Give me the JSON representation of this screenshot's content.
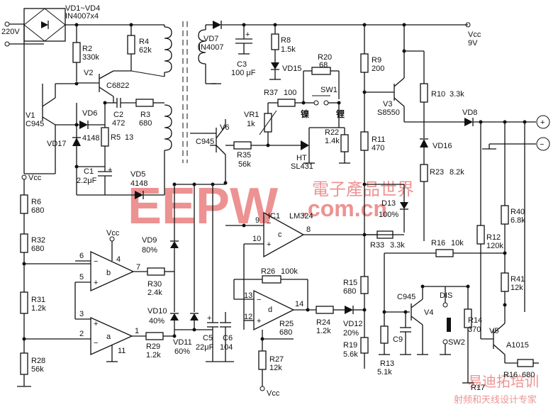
{
  "labels": {
    "ac_in": "220V",
    "bridge_name": "VD1~VD4",
    "bridge_val": "IN4007x4",
    "R2": "R2",
    "R2v": "330k",
    "R4": "R4",
    "R4v": "62k",
    "V2": "V2",
    "V2t": "C6822",
    "V1": "V1",
    "V1t": "C945",
    "VD6": "VD6",
    "VD6v": "4148",
    "VD17": "VD17",
    "C2": "C2",
    "C2v": "472",
    "R3": "R3",
    "R3v": "680",
    "R5": "R5",
    "R5v": "13",
    "C1": "C1",
    "C1v": "2.2μF",
    "VD5": "VD5",
    "VD5v": "4148",
    "VD7": "VD7",
    "VD7v": "IN4007",
    "C3": "C3",
    "C3v": "100 μF",
    "R8": "R8",
    "R8v": "1.5k",
    "VD15": "VD15",
    "R20": "R20",
    "R20v": "68",
    "SW1": "SW1",
    "R37": "R37",
    "R37v": "100",
    "nicd": "镍",
    "li": "锂",
    "VR1": "VR1",
    "VR1v": "1k",
    "R22": "R22",
    "R22v": "1.4k",
    "V6": "V6",
    "V6t": "C945",
    "R35": "R35",
    "R35v": "56k",
    "HT": "HT",
    "HTt": "SL431",
    "vcc_top": "Vcc",
    "vcc_top_v": "9V",
    "R9": "R9",
    "R9v": "200",
    "V3": "V3",
    "V3t": "S8550",
    "R10": "R10",
    "R10v": "3.3k",
    "VD8": "VD8",
    "VD16": "VD16",
    "R11": "R11",
    "R11v": "470",
    "R23": "R23",
    "R23v": "8.2k",
    "D13": "D13",
    "D13v": "100%",
    "plus": "+",
    "minus": "−",
    "vcc_left": "Vcc",
    "R6": "R6",
    "R6v": "680",
    "R32": "R32",
    "R32v": "680",
    "R31": "R31",
    "R31v": "1.2k",
    "R28": "R28",
    "R28v": "56k",
    "IC1": "IC1",
    "IC1t": "LM324",
    "pin9": "9",
    "pin10": "10",
    "pin8": "8",
    "opc": "c",
    "R33": "R33",
    "R33v": "3.3k",
    "R16": "R16",
    "R16v": "10k",
    "R40": "R40",
    "R40v": "6.8k",
    "R12": "R12",
    "R12v": "120k",
    "R41": "R41",
    "R41v": "12k",
    "vcc_b": "Vcc",
    "pin4": "4",
    "VD9": "VD9",
    "VD9v": "80%",
    "pin6": "6",
    "pin5": "5",
    "pin7": "7",
    "opb": "b",
    "R30": "R30",
    "R30v": "2.4k",
    "R26": "R26",
    "R26v": "100k",
    "pin3": "3",
    "pin2": "2",
    "pin1": "1",
    "pin11": "11",
    "opa": "a",
    "R29": "R29",
    "R29v": "1.2k",
    "VD10": "VD10",
    "VD10v": "40%",
    "VD11": "VD11",
    "VD11v": "60%",
    "C5": "C5",
    "C5v": "22μF",
    "C6": "C6",
    "C6v": "104",
    "pin13": "13",
    "pin12": "12",
    "pin14": "14",
    "opd": "d",
    "R25": "R25",
    "R25v": "680",
    "R24": "R24",
    "R24v": "1.2k",
    "VD12": "VD12",
    "VD12v": "20%",
    "R15": "R15",
    "R15v": "680",
    "R19": "R19",
    "R19v": "5.6k",
    "R27": "R27",
    "R27v": "12k",
    "vcc_bot": "Vcc",
    "V4": "V4",
    "V4t": "C945",
    "C9": "C9",
    "DIS": "DIS",
    "SW2": "SW2",
    "R13": "R13",
    "R13v": "5.1k",
    "R14": "R14",
    "R14v": "370",
    "V5": "V5",
    "V5t": "A1015",
    "R16b": "R16",
    "R16bv": "680",
    "R17": "R17"
  },
  "watermark": {
    "brand": "EEPW",
    "site": ".com.cn",
    "cn": "電子產品世界",
    "cn2": "易迪拓培训",
    "cn3": "射频和天线设计专家"
  }
}
